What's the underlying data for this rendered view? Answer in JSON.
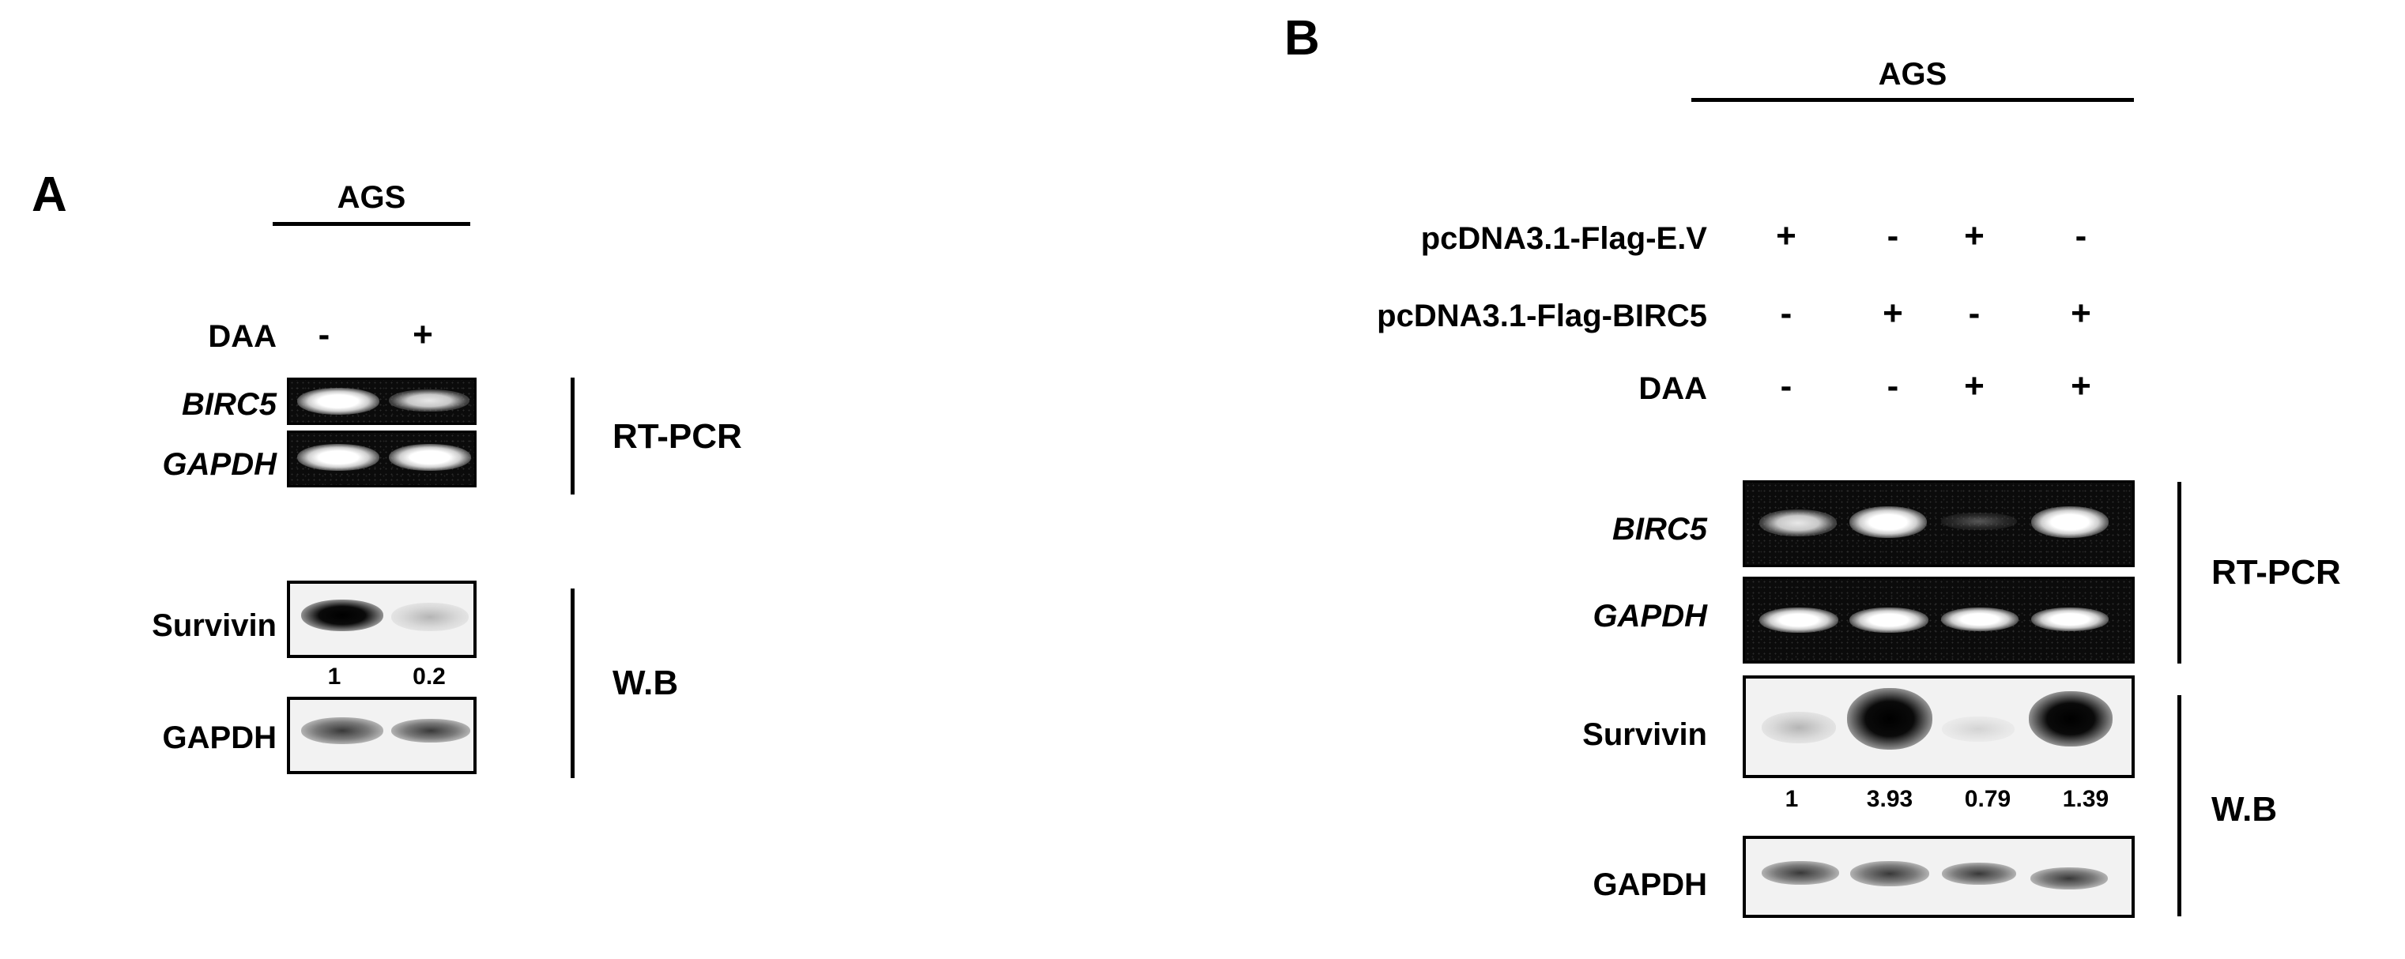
{
  "figure": {
    "panels": [
      {
        "letter": "A",
        "cell_line": "AGS",
        "condition_rows": [
          {
            "label": "DAA",
            "values": [
              "-",
              "+"
            ]
          }
        ],
        "blot_rows": [
          {
            "label": "BIRC5",
            "italic": true,
            "assay": "RT-PCR",
            "bands": [
              "bright",
              "mid"
            ]
          },
          {
            "label": "GAPDH",
            "italic": true,
            "assay": "RT-PCR",
            "bands": [
              "bright",
              "bright"
            ]
          },
          {
            "label": "Survivin",
            "italic": false,
            "assay": "W.B",
            "bands": [
              "dark",
              "wfaint"
            ]
          },
          {
            "label": "GAPDH",
            "italic": false,
            "assay": "W.B",
            "bands": [
              "graydark",
              "graydark"
            ]
          }
        ],
        "quantification": [
          "1",
          "0.2"
        ],
        "assay_labels": [
          "RT-PCR",
          "W.B"
        ]
      },
      {
        "letter": "B",
        "cell_line": "AGS",
        "condition_rows": [
          {
            "label": "pcDNA3.1-Flag-E.V",
            "values": [
              "+",
              "-",
              "+",
              "-"
            ]
          },
          {
            "label": "pcDNA3.1-Flag-BIRC5",
            "values": [
              "-",
              "+",
              "-",
              "+"
            ]
          },
          {
            "label": "DAA",
            "values": [
              "-",
              "-",
              "+",
              "+"
            ]
          }
        ],
        "blot_rows": [
          {
            "label": "BIRC5",
            "italic": true,
            "assay": "RT-PCR",
            "bands": [
              "mid",
              "bright",
              "faintg",
              "bright"
            ]
          },
          {
            "label": "GAPDH",
            "italic": true,
            "assay": "RT-PCR",
            "bands": [
              "bright",
              "bright",
              "bright",
              "bright"
            ]
          },
          {
            "label": "Survivin",
            "italic": false,
            "assay": "W.B",
            "bands": [
              "wfaint",
              "dark",
              "wvfaint",
              "dark"
            ]
          },
          {
            "label": "GAPDH",
            "italic": false,
            "assay": "W.B",
            "bands": [
              "graydark",
              "graydark",
              "graydark",
              "graydark"
            ]
          }
        ],
        "quantification": [
          "1",
          "3.93",
          "0.79",
          "1.39"
        ],
        "assay_labels": [
          "RT-PCR",
          "W.B"
        ]
      }
    ]
  }
}
